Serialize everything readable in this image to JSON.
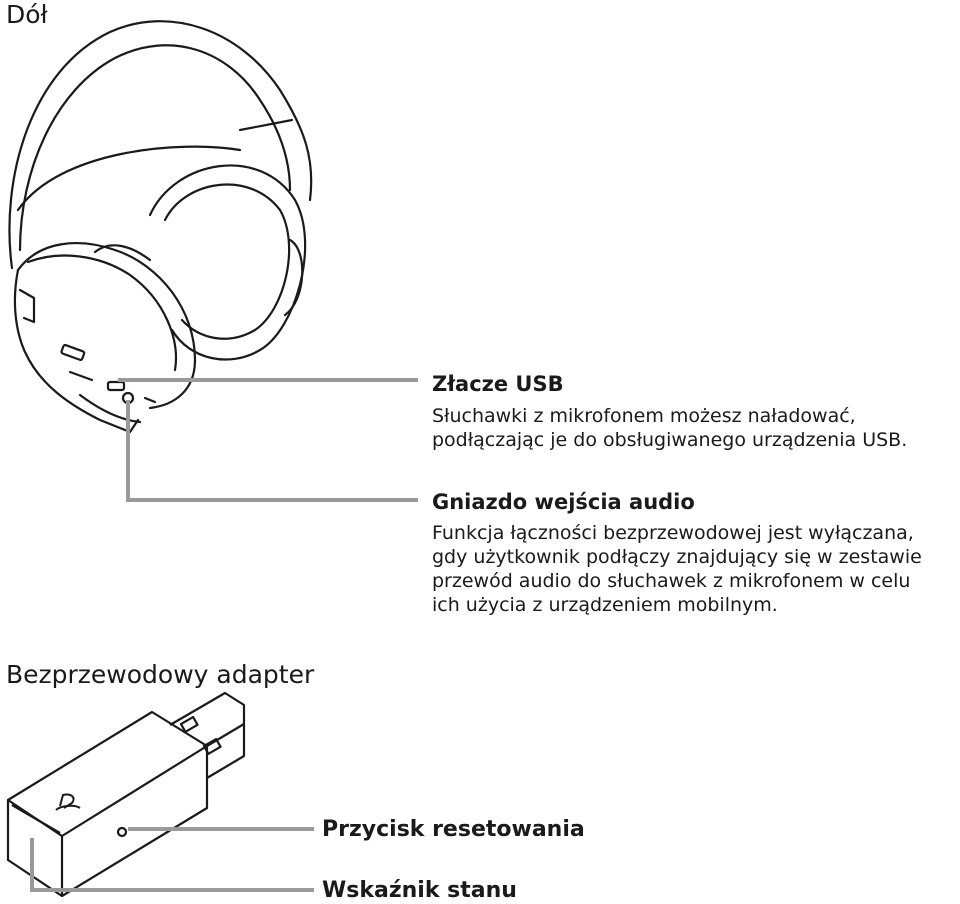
{
  "sections": {
    "bottom_heading": "Dół",
    "adapter_heading": "Bezprzewodowy adapter"
  },
  "callouts": {
    "usb": {
      "title": "Złacze USB",
      "lines": [
        "Słuchawki z mikrofonem możesz naładować,",
        "podłączając je do obsługiwanego urządzenia USB."
      ]
    },
    "audio": {
      "title": "Gniazdo wejścia audio",
      "lines": [
        "Funkcja łączności bezprzewodowej jest wyłączana,",
        "gdy użytkownik podłączy znajdujący się w zestawie",
        "przewód audio do słuchawek z mikrofonem w celu",
        "ich użycia z urządzeniem mobilnym."
      ]
    },
    "reset": {
      "title": "Przycisk resetowania"
    },
    "status": {
      "title": "Wskaźnik stanu"
    }
  },
  "colors": {
    "leader_line": "#999999",
    "ink": "#1a1a1a"
  },
  "icons": {
    "headset": "headset-illustration",
    "adapter": "usb-adapter-illustration",
    "logo": "playstation-logo-icon"
  }
}
